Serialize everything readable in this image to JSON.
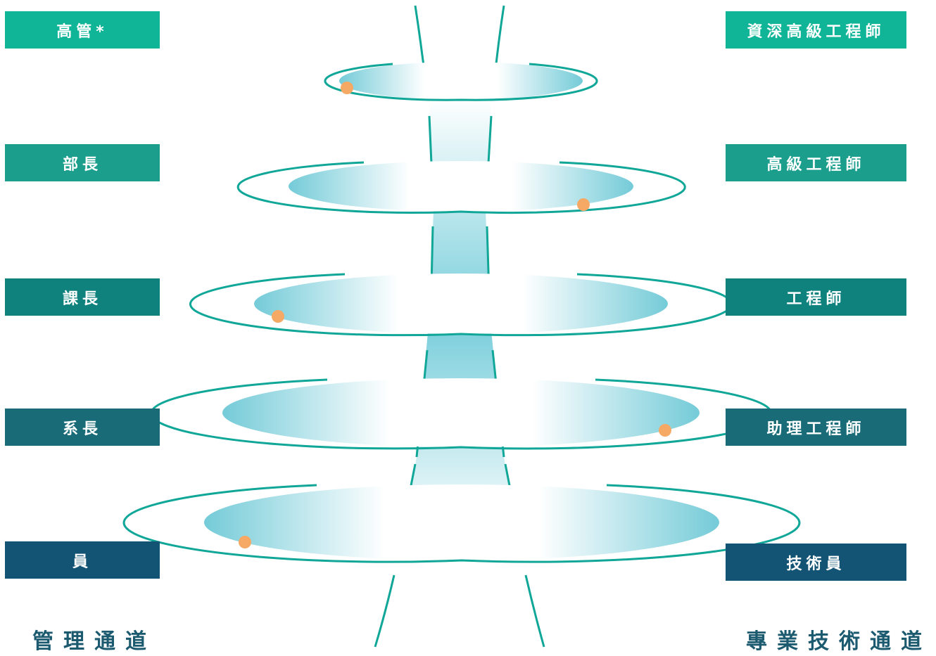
{
  "management_track": {
    "title": "管理通道",
    "levels": [
      "高管*",
      "部長",
      "課長",
      "系長",
      "員"
    ]
  },
  "technical_track": {
    "title": "專業技術通道",
    "levels": [
      "資深高級工程師",
      "高級工程師",
      "工程師",
      "助理工程師",
      "技術員"
    ]
  },
  "colors": {
    "level_boxes": [
      "#10b497",
      "#1c9e8c",
      "#0f827e",
      "#186b77",
      "#135474"
    ],
    "track_title": "#1c5a70",
    "ring_outline": "#10a698",
    "ring_fill": "#74cbd8",
    "marker": "#f6a964"
  }
}
